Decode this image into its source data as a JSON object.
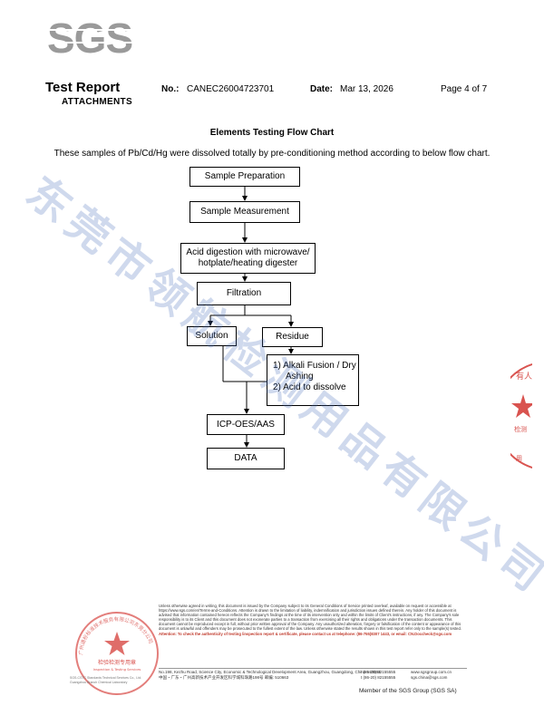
{
  "brand": {
    "logo_text": "SGS",
    "logo_color": "#9a9a9a"
  },
  "header": {
    "title": "Test Report",
    "subtitle": "ATTACHMENTS",
    "no_label": "No.:",
    "no_value": "CANEC26004723701",
    "date_label": "Date:",
    "date_value": "Mar 13, 2026",
    "page": "Page 4 of 7"
  },
  "content": {
    "chart_title": "Elements Testing Flow Chart",
    "intro": "These samples of Pb/Cd/Hg were dissolved totally by pre-conditioning method according to below flow chart."
  },
  "flow": {
    "step1": "Sample Preparation",
    "step2": "Sample Measurement",
    "step3_line1": "Acid digestion with microwave/",
    "step3_line2": "hotplate/heating digester",
    "step4": "Filtration",
    "solution": "Solution",
    "residue": "Residue",
    "residue_treat_1": "1) Alkali Fusion / Dry",
    "residue_treat_1b": "Ashing",
    "residue_treat_2": "2) Acid to dissolve",
    "step_icp": "ICP-OES/AAS",
    "step_data": "DATA"
  },
  "watermark": {
    "text": "东莞市领航检测用品有限公司",
    "color": "#466eb9"
  },
  "side_stamp": {
    "text_top": "有人",
    "text_mid": "检测",
    "text_bottom": "用"
  },
  "stamp": {
    "ring_text": "广州通标标准技术服务有限公司东莞分公司",
    "center_line1": "检验检测专用章",
    "center_line2": "Inspection & Testing Services",
    "color": "#d9534f"
  },
  "footer": {
    "para": "Unless otherwise agreed in writing, this document is issued by the Company subject to its General Conditions of Service printed overleaf, available on request or accessible at https://www.sgs.com/en/Terms-and-Conditions. Attention is drawn to the limitation of liability, indemnification and jurisdiction issues defined therein. Any holder of this document is advised that information contained hereon reflects the Company's findings at the time of its intervention only and within the limits of Client's instructions, if any. The Company's sole responsibility is to its Client and this document does not exonerate parties to a transaction from exercising all their rights and obligations under the transaction documents. This document cannot be reproduced except in full, without prior written approval of the Company. Any unauthorized alteration, forgery or falsification of the content or appearance of this document is unlawful and offenders may be prosecuted to the fullest extent of the law. Unless otherwise stated the results shown in this test report refer only to the sample(s) tested.",
    "attention": "Attention: To check the authenticity of testing /inspection report & certificate, please contact us at telephone: (86-755)8307 1443, or email: CN.Doccheck@sgs.com",
    "addr_en": "No.198, Kezhu Road, Science City, Economic & Technological Development Area, Guangzhou, Guangdong, China 510663",
    "addr_cn": "中国・广东・广州高新技术产业开发区科学城科珠路198号  邮编: 510663",
    "tel_en": "t (86-20) 82155555",
    "tel_cn": "t (86-20) 82155555",
    "web_en": "www.sgsgroup.com.cn",
    "web_cn": "sgs.china@sgs.com",
    "stamp_caption_1": "SGS-CSTC Standards Technical Services Co., Ltd.",
    "stamp_caption_2": "Guangzhou Branch Chemical Laboratory",
    "member": "Member of the SGS Group (SGS SA)"
  }
}
